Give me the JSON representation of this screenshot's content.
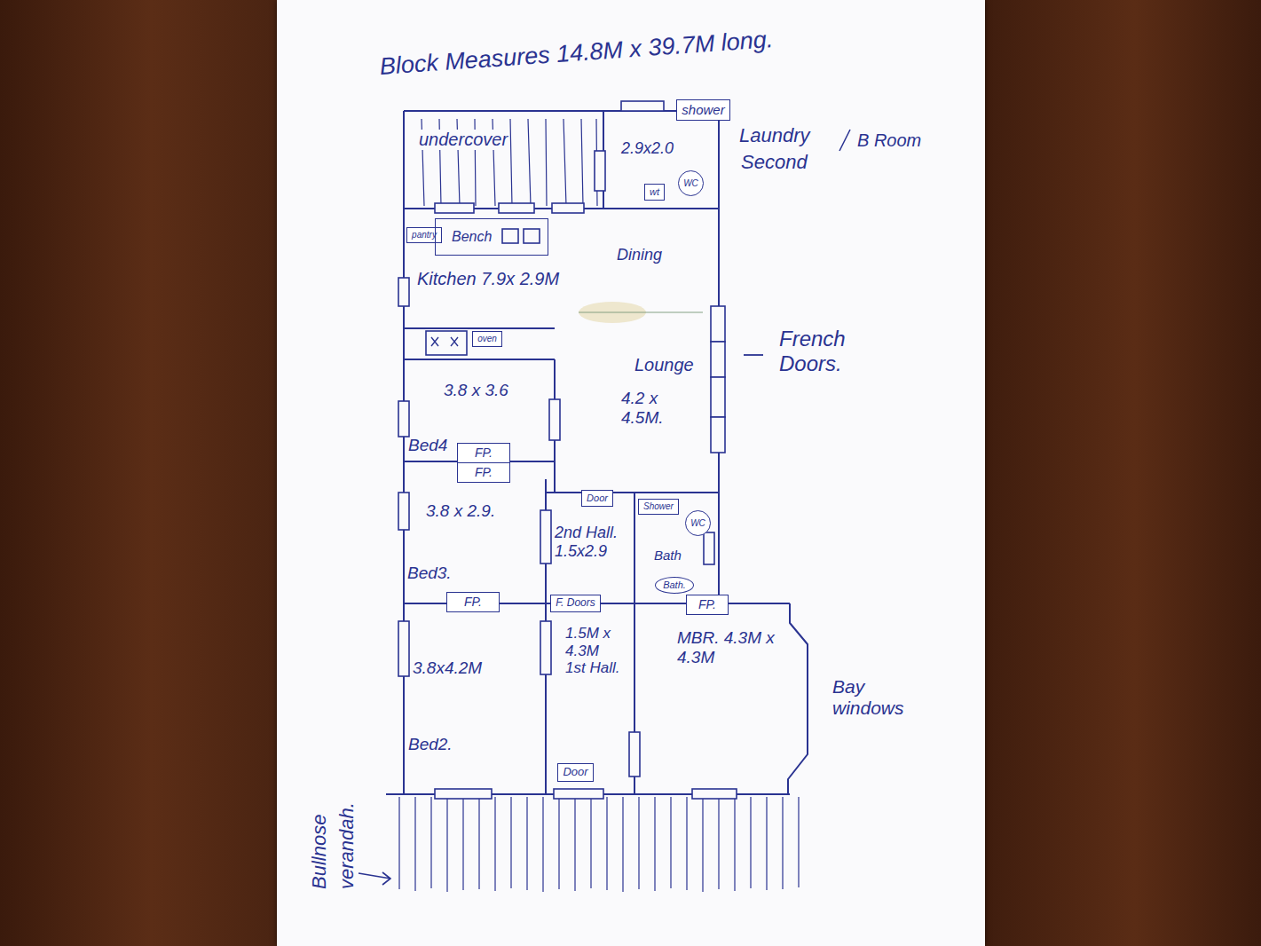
{
  "diagram": {
    "title": "Block Measures 14.8M x 39.7M long.",
    "nodes": [
      {
        "text": [
          "undercover"
        ]
      },
      {
        "text": [
          "2.9x2.0"
        ]
      },
      {
        "text": [
          "shower"
        ],
        "in": 1
      },
      {
        "text": [
          "wt"
        ],
        "in": 1
      },
      {
        "text": [
          "WC"
        ],
        "in": 1
      },
      {
        "text": [
          "Kitchen 7.9x 2.9M",
          "Dining"
        ]
      },
      {
        "text": [
          "pantry"
        ],
        "in": 5
      },
      {
        "text": [
          "Bench"
        ],
        "in": 5
      },
      {
        "text": [
          "oven"
        ],
        "in": 5
      },
      {
        "text": [
          "Lounge",
          "4.2 x 4.5M."
        ]
      },
      {
        "text": [
          "3.8 x 3.6",
          "Bed4"
        ]
      },
      {
        "text": [
          "FP."
        ],
        "in": 10
      },
      {
        "text": [
          "FP."
        ],
        "in": 10
      },
      {
        "text": [
          "3.8 x 2.9.",
          "Bed3."
        ]
      },
      {
        "text": [
          "FP."
        ],
        "in": 13
      },
      {
        "text": [
          "2nd Hall. 1.5x2.9"
        ]
      },
      {
        "text": [
          "Door"
        ],
        "in": 15
      },
      {
        "text": [
          "F. Doors"
        ],
        "in": 15
      },
      {
        "text": [
          "Bath"
        ]
      },
      {
        "text": [
          "Shower"
        ],
        "in": 18
      },
      {
        "text": [
          "WC"
        ],
        "in": 18
      },
      {
        "text": [
          "Bath."
        ],
        "in": 18
      },
      {
        "text": [
          "3.8x4.2M",
          "Bed2."
        ]
      },
      {
        "text": [
          "1.5M x 4.3M 1st Hall."
        ]
      },
      {
        "text": [
          "Door"
        ],
        "in": 23
      },
      {
        "text": [
          "MBR. 4.3M x 4.3M"
        ]
      },
      {
        "text": [
          "FP."
        ],
        "in": 25
      }
    ],
    "labels": [
      "Laundry",
      "B Room",
      "Second",
      "French Doors.",
      "Bay windows",
      "Bullnose verandah."
    ]
  }
}
